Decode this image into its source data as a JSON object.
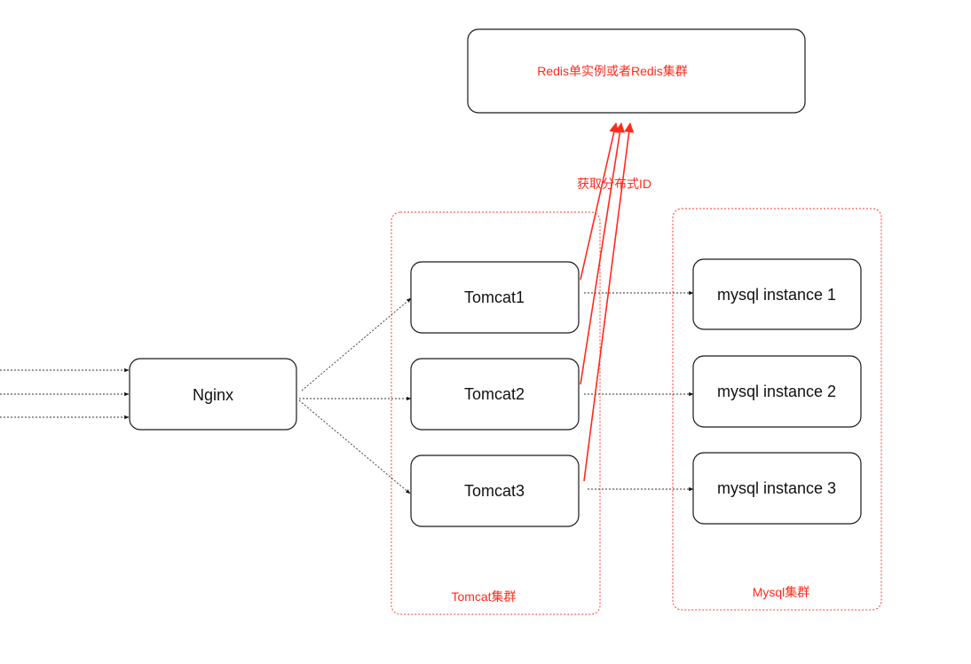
{
  "nodes": {
    "redis": "Redis单实例或者Redis集群",
    "nginx": "Nginx",
    "tomcat1": "Tomcat1",
    "tomcat2": "Tomcat2",
    "tomcat3": "Tomcat3",
    "mysql1": "mysql instance 1",
    "mysql2": "mysql instance 2",
    "mysql3": "mysql instance 3"
  },
  "groups": {
    "tomcat_cluster": "Tomcat集群",
    "mysql_cluster": "Mysql集群"
  },
  "edges": {
    "get_id_label": "获取分布式ID"
  },
  "colors": {
    "highlight": "#ff2a1a",
    "outline": "#1a1a1a"
  }
}
